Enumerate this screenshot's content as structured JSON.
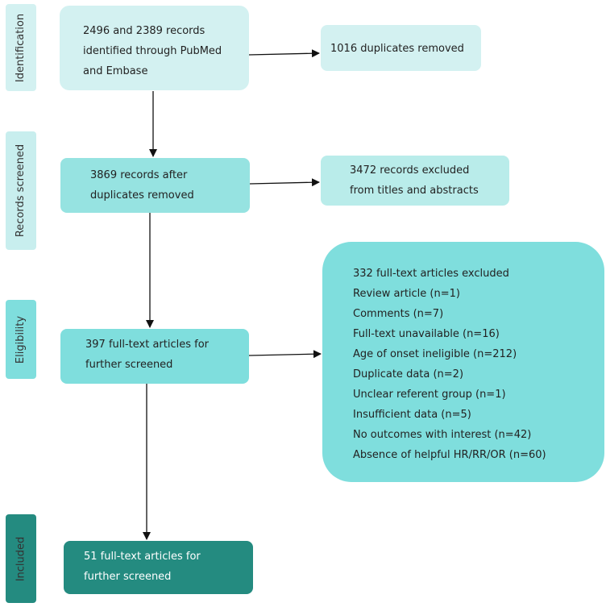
{
  "stages": {
    "identification": "Identification",
    "records_screened": "Records screened",
    "eligibility": "Eligibility",
    "included": "Included"
  },
  "boxes": {
    "identified": [
      "2496 and 2389 records",
      "identified through PubMed",
      "and Embase"
    ],
    "duplicates_removed": [
      "1016 duplicates removed"
    ],
    "after_duplicates": [
      "3869 records after",
      "duplicates removed"
    ],
    "excluded_titles": [
      "3472 records excluded",
      "from titles and abstracts"
    ],
    "full_text": [
      "397 full-text articles for",
      "further screened"
    ],
    "excluded_full_text": [
      "332 full-text articles excluded",
      "Review article (n=1)",
      "Comments (n=7)",
      "Full-text unavailable (n=16)",
      "Age of onset ineligible (n=212)",
      "Duplicate data (n=2)",
      "Unclear referent group (n=1)",
      "Insufficient data (n=5)",
      "No outcomes with interest (n=42)",
      "Absence of helpful HR/RR/OR (n=60)"
    ],
    "included": [
      "51 full-text articles for",
      "further screened"
    ]
  },
  "colors": {
    "light": "#d3f1f1",
    "medium": "#7fdedd",
    "dark": "#248b80",
    "label_light": "#c8eeee"
  }
}
